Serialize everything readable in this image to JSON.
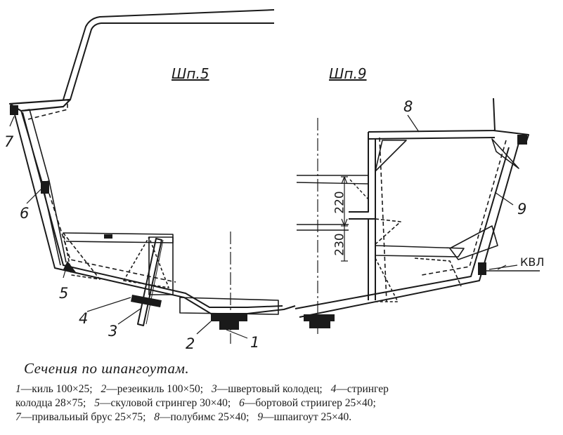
{
  "figure": {
    "section_titles": [
      "Шп.5",
      "Шп.9"
    ],
    "dimensions": [
      "220",
      "230"
    ],
    "waterline_label": "КВЛ",
    "callouts": [
      "1",
      "2",
      "3",
      "4",
      "5",
      "6",
      "7",
      "8",
      "9"
    ]
  },
  "caption": {
    "title": "Сечения по шпангоутам.",
    "legend_lines": [
      [
        {
          "num": "1",
          "text": "—киль 100×25;"
        },
        {
          "num": "2",
          "text": "—резеикиль 100×50;"
        },
        {
          "num": "3",
          "text": "—швертовый колодец;"
        },
        {
          "num": "4",
          "text": "—стрингер"
        }
      ],
      [
        {
          "num": "",
          "text": "колодца 28×75;"
        },
        {
          "num": "5",
          "text": "—скуловой стрингер 30×40;"
        },
        {
          "num": "6",
          "text": "—бортовой стриигер 25×40;"
        }
      ],
      [
        {
          "num": "7",
          "text": "—привальиый брус 25×75;"
        },
        {
          "num": "8",
          "text": "—полубимс 25×40;"
        },
        {
          "num": "9",
          "text": "—шпаигоут 25×40."
        }
      ]
    ]
  },
  "colors": {
    "ink": "#1a1a1a",
    "paper": "#ffffff"
  }
}
